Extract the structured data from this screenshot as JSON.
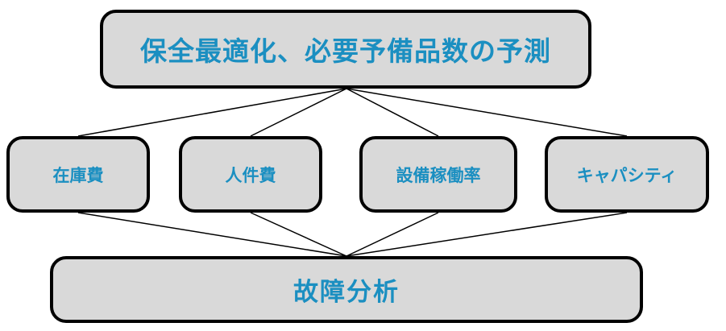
{
  "diagram": {
    "top": {
      "label": "保全最適化、必要予備品数の予測"
    },
    "middle": [
      {
        "label": "在庫費"
      },
      {
        "label": "人件費"
      },
      {
        "label": "設備稼働率"
      },
      {
        "label": "キャパシティ"
      }
    ],
    "bottom": {
      "label": "故障分析"
    },
    "colors": {
      "box_fill": "#d9d9d9",
      "box_border": "#000000",
      "text": "#1b8fc1",
      "line": "#000000"
    }
  }
}
